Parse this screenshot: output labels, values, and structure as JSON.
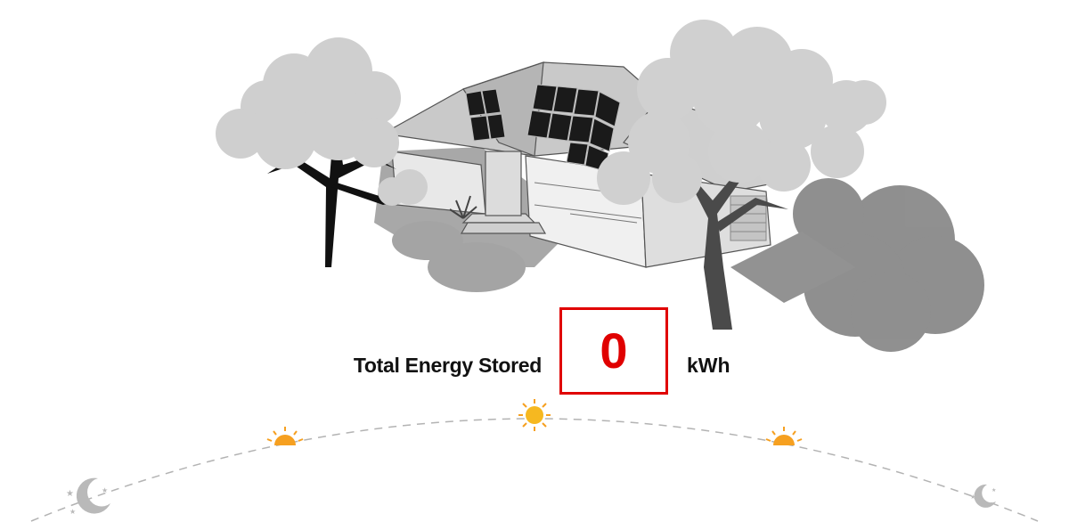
{
  "energy": {
    "label": "Total Energy Stored",
    "value": "0",
    "unit": "kWh",
    "accent_color": "#e00000"
  },
  "scene": {
    "house": {
      "solar_panels": true
    },
    "icons": [
      "moon-icon",
      "sunrise-icon",
      "sun-icon",
      "sunset-icon",
      "moon-icon"
    ]
  }
}
